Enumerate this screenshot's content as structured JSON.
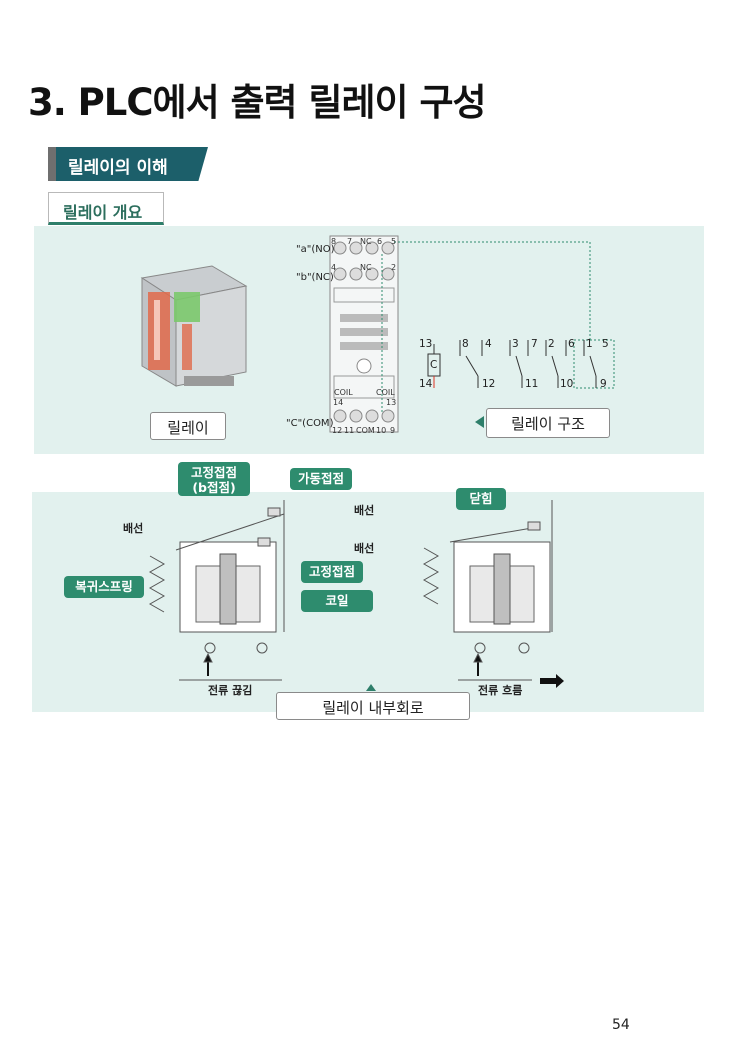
{
  "page": {
    "title": "3. PLC에서 출력 릴레이 구성",
    "section_banner": "릴레이의 이해",
    "subsection_tab": "릴레이 개요",
    "page_number": "54"
  },
  "top_panel": {
    "relay_caption": "릴레이",
    "structure_caption": "릴레이 구조",
    "base_labels": {
      "a_no": "\"a\"(NO)",
      "b_nc": "\"b\"(NC)",
      "c_com": "\"C\"(COM)"
    },
    "base_numbers": {
      "top_row": [
        "8",
        "7",
        "NC",
        "6",
        "5"
      ],
      "nc_row": [
        "4",
        "NC",
        "2"
      ],
      "coil_left": "COIL",
      "coil_right": "COIL",
      "coil_left_num": "14",
      "coil_right_num": "13",
      "bottom_row": [
        "12",
        "11",
        "COM",
        "10",
        "9"
      ]
    },
    "schematic_numbers": {
      "coil_top": "13",
      "coil_letter": "C",
      "coil_bottom": "14",
      "contacts": [
        {
          "a": "8",
          "b": "4",
          "com": "12"
        },
        {
          "a": "3",
          "b": "7",
          "com": "11"
        },
        {
          "a": "2",
          "b": "6",
          "com": "10"
        },
        {
          "a": "1",
          "b": "5",
          "com": "9"
        }
      ]
    }
  },
  "bottom_panel": {
    "callouts": {
      "fixed_contact_b": "고정접점\n(b접점)",
      "movable_contact": "가동접점",
      "fixed_contact": "고정접점",
      "coil": "코일",
      "return_spring": "복귀스프링",
      "closed": "닫힘"
    },
    "labels": {
      "wiring_left": "배선",
      "wiring_right_top": "배선",
      "wiring_right_bottom": "배선",
      "current_off": "전류 끊김",
      "current_flow": "전류 흐름"
    },
    "caption": "릴레이 내부회로"
  },
  "colors": {
    "banner": "#1c5f6a",
    "callout": "#2e8c6e",
    "panel": "#e2f1ee",
    "dotted_line": "#2e8c6e"
  }
}
